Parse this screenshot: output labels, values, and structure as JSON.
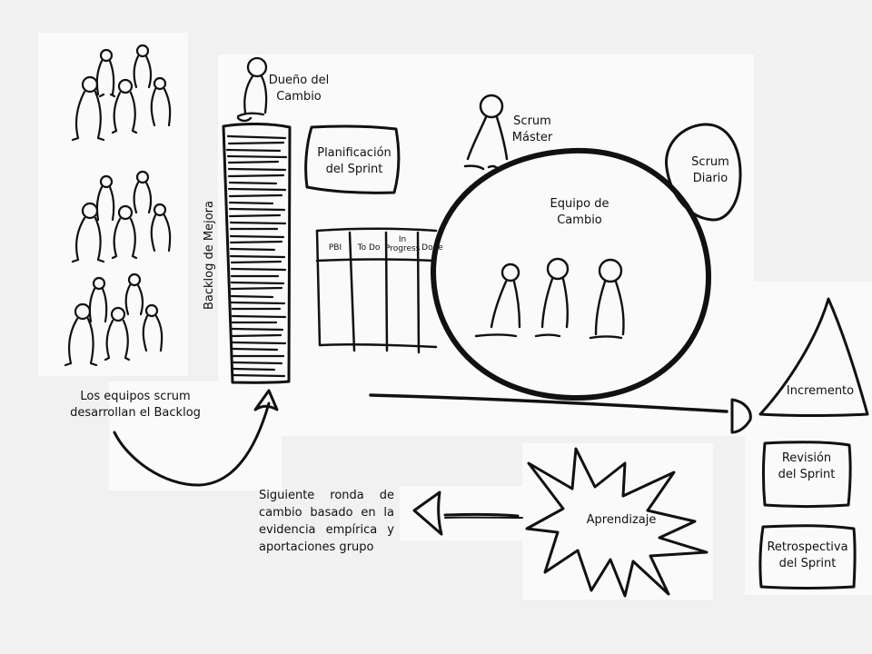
{
  "labels": {
    "dueno_line1": "Dueño del",
    "dueno_line2": "Cambio",
    "planificacion_line1": "Planificación",
    "planificacion_line2": "del Sprint",
    "scrum_master_line1": "Scrum",
    "scrum_master_line2": "Máster",
    "scrum_diario_line1": "Scrum",
    "scrum_diario_line2": "Diario",
    "equipo_line1": "Equipo de",
    "equipo_line2": "Cambio",
    "backlog": "Backlog de Mejora",
    "equipos_line1": "Los equipos scrum",
    "equipos_line2": "desarrollan el Backlog",
    "incremento": "Incremento",
    "revision_line1": "Revisión",
    "revision_line2": "del Sprint",
    "retrospectiva_line1": "Retrospectiva",
    "retrospectiva_line2": "del Sprint",
    "aprendizaje": "Aprendizaje",
    "siguiente": "Siguiente ronda de cambio basado en la evidencia empírica y aportaciones grupo"
  },
  "board": {
    "pbi": "PBI",
    "todo": "To Do",
    "in_progress_line1": "In",
    "in_progress_line2": "Progress",
    "done": "Done"
  },
  "colors": {
    "ink": "#111111",
    "page": "#f1f1f1",
    "panel": "#fafafa"
  }
}
